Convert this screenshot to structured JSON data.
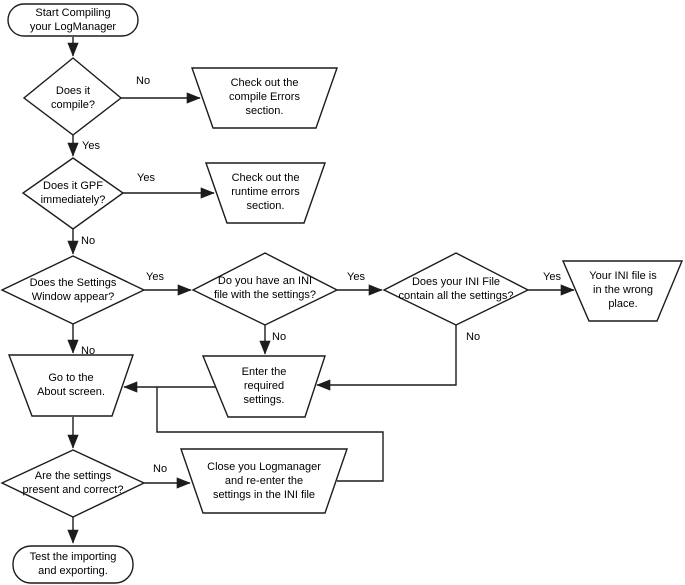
{
  "flowchart": {
    "nodes": {
      "start": "Start Compiling\nyour LogManager",
      "does_it_compile": "Does it\ncompile?",
      "compile_errors": "Check out the\ncompile Errors\nsection.",
      "does_it_gpf": "Does it GPF\nimmediately?",
      "runtime_errors": "Check out the\nruntime errors\nsection.",
      "settings_window": "Does the Settings\nWindow appear?",
      "have_ini": "Do you have an INI\nfile with the settings?",
      "ini_contains": "Does your INI File\ncontain all the settings?",
      "ini_wrong_place": "Your INI file is\nin the wrong\nplace.",
      "about_screen": "Go to the\nAbout screen.",
      "enter_settings": "Enter the\nrequired\nsettings.",
      "settings_correct": "Are the settings\npresent and correct?",
      "close_logmanager": "Close you Logmanager\nand re-enter the\nsettings in the INI file",
      "test_import": "Test the importing\nand exporting."
    },
    "edge_labels": {
      "compile_no": "No",
      "compile_yes": "Yes",
      "gpf_yes": "Yes",
      "gpf_no": "No",
      "settings_yes": "Yes",
      "settings_no": "No",
      "have_ini_yes": "Yes",
      "have_ini_no": "No",
      "contains_yes": "Yes",
      "contains_no": "No",
      "correct_no": "No"
    },
    "colors": {
      "stroke": "#1c1c1c",
      "background": "#ffffff",
      "text": "#000000"
    }
  }
}
